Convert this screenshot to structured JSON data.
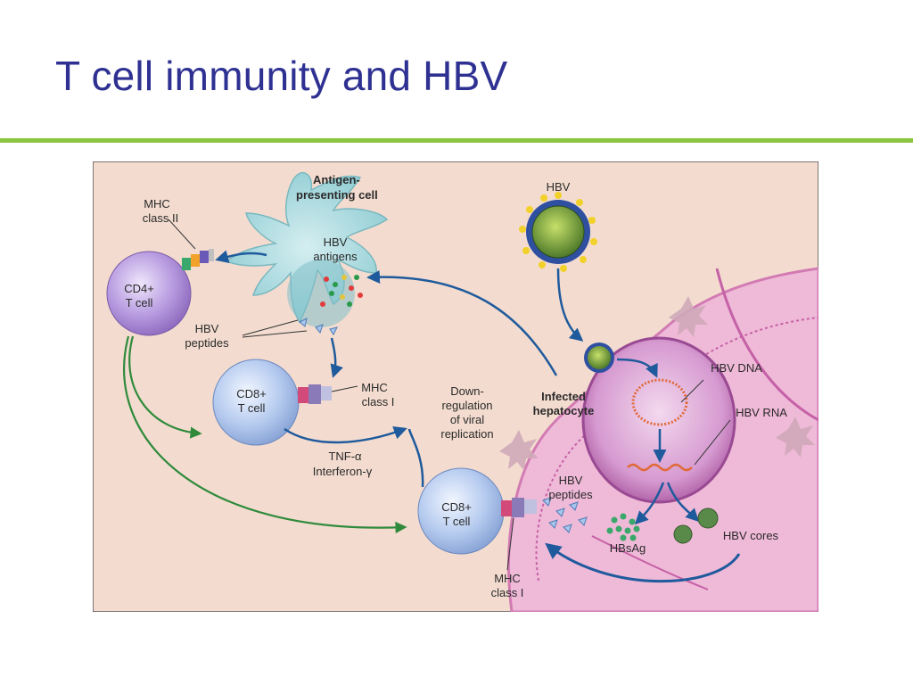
{
  "slide": {
    "title": "T cell immunity and HBV"
  },
  "figure": {
    "labels": {
      "apc_title_line1": "Antigen-",
      "apc_title_line2": "presenting cell",
      "mhc2_line1": "MHC",
      "mhc2_line2": "class II",
      "cd4_line1": "CD4+",
      "cd4_line2": "T cell",
      "hbv_antigens_line1": "HBV",
      "hbv_antigens_line2": "antigens",
      "hbv_peptides_left_line1": "HBV",
      "hbv_peptides_left_line2": "peptides",
      "cd8_top_line1": "CD8+",
      "cd8_top_line2": "T cell",
      "mhc1_top_line1": "MHC",
      "mhc1_top_line2": "class I",
      "downreg_line1": "Down-",
      "downreg_line2": "regulation",
      "downreg_line3": "of viral",
      "downreg_line4": "replication",
      "tnf": "TNF-α",
      "ifn": "Interferon-γ",
      "cd8_bottom_line1": "CD8+",
      "cd8_bottom_line2": "T cell",
      "mhc1_bottom_line1": "MHC",
      "mhc1_bottom_line2": "class I",
      "hbv_virus": "HBV",
      "infected_line1": "Infected",
      "infected_line2": "hepatocyte",
      "hbv_dna": "HBV DNA",
      "hbv_rna": "HBV RNA",
      "hbv_peptides_right_line1": "HBV",
      "hbv_peptides_right_line2": "peptides",
      "hbsag": "HBsAg",
      "hbv_cores": "HBV cores"
    },
    "colors": {
      "background": "#f3dccf",
      "apc": "#9fd3d8",
      "cd4_cell": "#a88ad0",
      "cd8_cell": "#a9c2ea",
      "hepatocyte": "#e9a6cf",
      "nucleus": "#b85aa8",
      "blue_arrow": "#1f5a9c",
      "green_arrow": "#2f8a3c"
    }
  }
}
